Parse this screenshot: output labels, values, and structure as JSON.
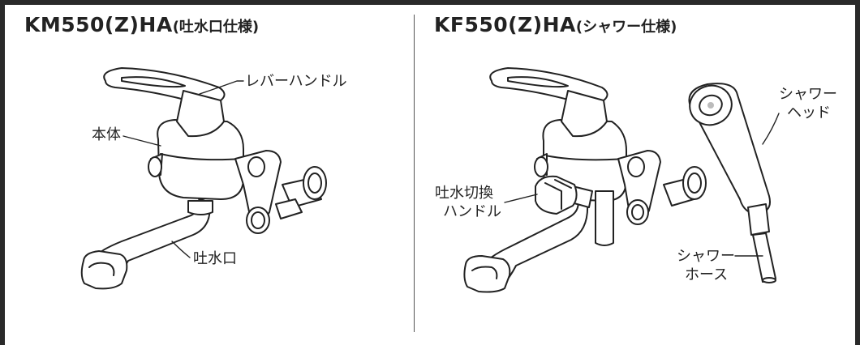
{
  "left_panel": {
    "title_model": "KM550(Z)HA",
    "title_variant": "(吐水口仕様)",
    "labels": {
      "lever_handle": "レバーハンドル",
      "body": "本体",
      "spout": "吐水口"
    }
  },
  "right_panel": {
    "title_model": "KF550(Z)HA",
    "title_variant": "(シャワー仕様)",
    "labels": {
      "diverter_handle_line1": "吐水切換",
      "diverter_handle_line2": "ハンドル",
      "shower_head_line1": "シャワー",
      "shower_head_line2": "ヘッド",
      "shower_hose_line1": "シャワー",
      "shower_hose_line2": "ホース"
    }
  },
  "colors": {
    "frame": "#2a2a2a",
    "line": "#222222",
    "fill": "#ffffff"
  }
}
